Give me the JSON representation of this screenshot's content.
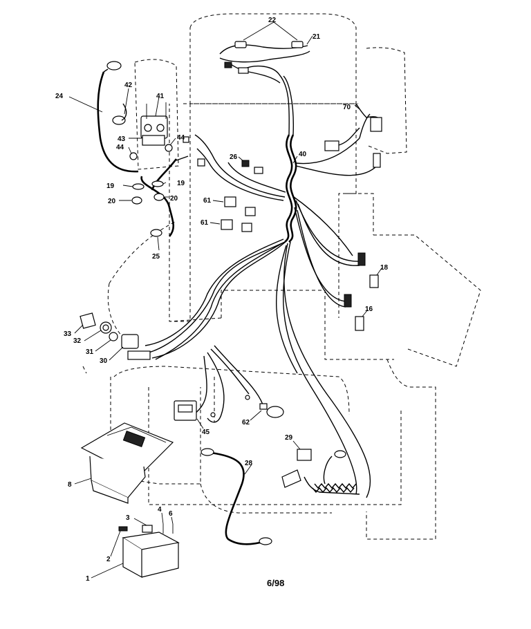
{
  "footer": {
    "code": "6/98"
  },
  "callouts": [
    {
      "id": "c22",
      "text": "22"
    },
    {
      "id": "c21",
      "text": "21"
    },
    {
      "id": "c24",
      "text": "24"
    },
    {
      "id": "c42",
      "text": "42"
    },
    {
      "id": "c41",
      "text": "41"
    },
    {
      "id": "c43",
      "text": "43"
    },
    {
      "id": "c44a",
      "text": "44"
    },
    {
      "id": "c44b",
      "text": "44"
    },
    {
      "id": "c70",
      "text": "70"
    },
    {
      "id": "c40",
      "text": "40"
    },
    {
      "id": "c26",
      "text": "26"
    },
    {
      "id": "c19a",
      "text": "19"
    },
    {
      "id": "c19b",
      "text": "19"
    },
    {
      "id": "c20a",
      "text": "20"
    },
    {
      "id": "c20b",
      "text": "20"
    },
    {
      "id": "c61a",
      "text": "61"
    },
    {
      "id": "c61b",
      "text": "61"
    },
    {
      "id": "c25",
      "text": "25"
    },
    {
      "id": "c18",
      "text": "18"
    },
    {
      "id": "c16",
      "text": "16"
    },
    {
      "id": "c33",
      "text": "33"
    },
    {
      "id": "c32",
      "text": "32"
    },
    {
      "id": "c31",
      "text": "31"
    },
    {
      "id": "c30",
      "text": "30"
    },
    {
      "id": "c45",
      "text": "45"
    },
    {
      "id": "c62",
      "text": "62"
    },
    {
      "id": "c29",
      "text": "29"
    },
    {
      "id": "c28",
      "text": "28"
    },
    {
      "id": "c8",
      "text": "8"
    },
    {
      "id": "c3",
      "text": "3"
    },
    {
      "id": "c4",
      "text": "4"
    },
    {
      "id": "c6",
      "text": "6"
    },
    {
      "id": "c2",
      "text": "2"
    },
    {
      "id": "c1",
      "text": "1"
    }
  ]
}
